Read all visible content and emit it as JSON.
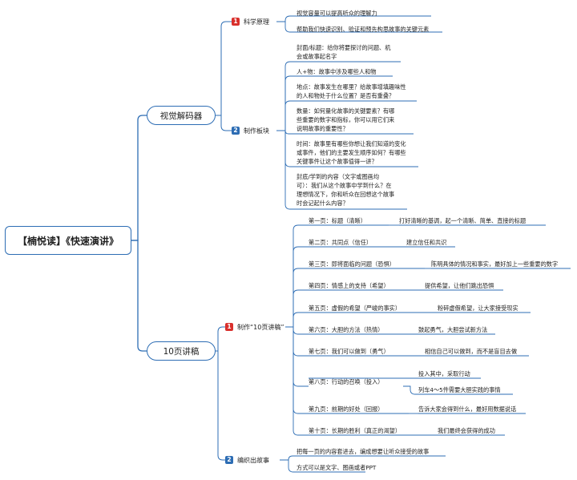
{
  "root": "【楠悦读】《快速演讲》",
  "branches": [
    {
      "label": "视觉解码器",
      "subs": [
        {
          "num": "1",
          "color": "#d9302c",
          "label": "科学原理",
          "items": [
            "视觉容量可以提高听众的理解力",
            "帮助我们快速识别、验证和预先构思故事的关键元素"
          ]
        },
        {
          "num": "2",
          "color": "#2d6db4",
          "label": "制作板块",
          "items": [
            [
              "封面/标题：给你将要探讨的问题、机",
              "会或故事起名字"
            ],
            [
              "人+物：故事中涉及哪些人和物"
            ],
            [
              "地点：故事发生在哪里？给故事增填趣味性",
              "的人和物处于什么位置？是否有重叠？"
            ],
            [
              "数量：如何量化故事的关键要素？有哪",
              "些重要的数字和指标，你可以用它们来",
              "说明故事的重要性？"
            ],
            [
              "时间：故事里有哪些你想让我们知道的变化",
              "或事件，他们的主要发生顺序如何？有哪些",
              "关键事件让这个故事值得一讲？"
            ],
            [
              "封底/学到的内容（文字或图画均",
              "可）：我们从这个故事中学到什么？在",
              "理想情况下，你和听众在回想这个故事",
              "时会记起什么内容？"
            ]
          ]
        }
      ]
    },
    {
      "label": "10页讲稿",
      "subs": [
        {
          "num": "1",
          "color": "#d9302c",
          "label": "制作“10页讲稿”",
          "pages": [
            {
              "title": "第一页：标题（清晰）",
              "details": [
                "打好清晰的基调，起一个清晰、简单、直接的标题"
              ]
            },
            {
              "title": "第二页：共同点（信任）",
              "details": [
                "建立信任和共识"
              ]
            },
            {
              "title": "第三页：即将面临的问题（恐惧）",
              "details": [
                "陈明具体的情况和事实，最好加上一些重要的数字"
              ]
            },
            {
              "title": "第四页：情感上的支持（希望）",
              "details": [
                "提供希望，让他们跳出恐惧"
              ]
            },
            {
              "title": "第五页：虚假的希望（严峻的事实）",
              "details": [
                "粉碎虚假希望，让大家接受现实"
              ]
            },
            {
              "title": "第六页：大胆的方法（热情）",
              "details": [
                "鼓起勇气，大胆尝试新方法"
              ]
            },
            {
              "title": "第七页：我们可以做到（勇气）",
              "details": [
                "相信自己可以做到，而不是盲目去做"
              ]
            },
            {
              "title": "第八页：行动的召唤（投入）",
              "details": [
                "投入其中，采取行动",
                "列车4～5件需要大胆实践的事情"
              ]
            },
            {
              "title": "第九页：前期的好处（回报）",
              "details": [
                "告诉大家会得到什么，最好用数据说话"
              ]
            },
            {
              "title": "第十页：长期的胜利（真正的渴望）",
              "details": [
                "我们最终会获得的成功"
              ]
            }
          ]
        },
        {
          "num": "2",
          "color": "#2d6db4",
          "label": "编织出故事",
          "items": [
            "把每一页的内容套进去，编成想要让听众接受的故事",
            "方式可以是文字、图画或者PPT"
          ]
        }
      ]
    }
  ]
}
